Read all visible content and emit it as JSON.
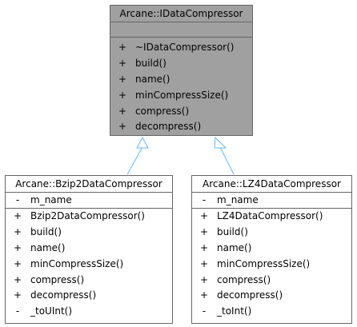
{
  "diagram": {
    "edge_color": "#63b8ff",
    "base_fill": "#a0a0a0",
    "base": {
      "title": "Arcane::IDataCompressor",
      "attributes": [],
      "operations": [
        {
          "vis": "+",
          "name": "~IDataCompressor()"
        },
        {
          "vis": "+",
          "name": "build()"
        },
        {
          "vis": "+",
          "name": "name()"
        },
        {
          "vis": "+",
          "name": "minCompressSize()"
        },
        {
          "vis": "+",
          "name": "compress()"
        },
        {
          "vis": "+",
          "name": "decompress()"
        }
      ]
    },
    "derived": [
      {
        "title": "Arcane::Bzip2DataCompressor",
        "attributes": [
          {
            "vis": "-",
            "name": "m_name"
          }
        ],
        "operations": [
          {
            "vis": "+",
            "name": "Bzip2DataCompressor()"
          },
          {
            "vis": "+",
            "name": "build()"
          },
          {
            "vis": "+",
            "name": "name()"
          },
          {
            "vis": "+",
            "name": "minCompressSize()"
          },
          {
            "vis": "+",
            "name": "compress()"
          },
          {
            "vis": "+",
            "name": "decompress()"
          },
          {
            "vis": "-",
            "name": "_toUInt()"
          }
        ]
      },
      {
        "title": "Arcane::LZ4DataCompressor",
        "attributes": [
          {
            "vis": "-",
            "name": "m_name"
          }
        ],
        "operations": [
          {
            "vis": "+",
            "name": "LZ4DataCompressor()"
          },
          {
            "vis": "+",
            "name": "build()"
          },
          {
            "vis": "+",
            "name": "name()"
          },
          {
            "vis": "+",
            "name": "minCompressSize()"
          },
          {
            "vis": "+",
            "name": "compress()"
          },
          {
            "vis": "+",
            "name": "decompress()"
          },
          {
            "vis": "-",
            "name": "_toInt()"
          }
        ]
      }
    ]
  }
}
